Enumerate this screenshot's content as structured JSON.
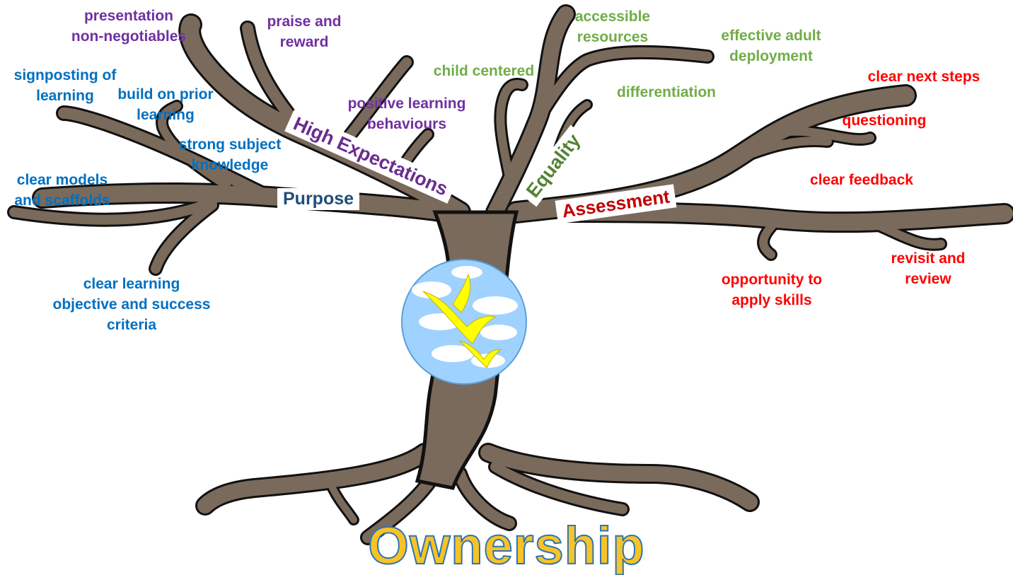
{
  "title": "Ownership",
  "colors": {
    "trunk": "#7a6a5c",
    "outline": "#111111",
    "purple": "#7030a0",
    "blue": "#0070c0",
    "green": "#70ad47",
    "red": "#ff0000",
    "title_fill": "#f7c325",
    "title_stroke": "#2e75b6",
    "sky": "#9fd2ff",
    "birds": "#ffff00"
  },
  "branches": {
    "high_expectations": {
      "label": "High Expectations",
      "items": [
        "presentation\nnon-negotiables",
        "praise and\nreward",
        "positive learning\nbehaviours"
      ]
    },
    "purpose": {
      "label": "Purpose",
      "items": [
        "signposting of\nlearning",
        "build on prior\nlearning",
        "strong subject\nknowledge",
        "clear models\nand scaffolds",
        "clear learning\nobjective and success\ncriteria"
      ]
    },
    "equality": {
      "label": "Equality",
      "items": [
        "child centered",
        "accessible\nresources",
        "effective adult\ndeployment",
        "differentiation"
      ]
    },
    "assessment": {
      "label": "Assessment",
      "items": [
        "clear next steps",
        "questioning",
        "clear feedback",
        "revisit and\nreview",
        "opportunity to\napply skills"
      ]
    }
  },
  "emblem": {
    "icon": "birds-and-clouds-icon"
  }
}
